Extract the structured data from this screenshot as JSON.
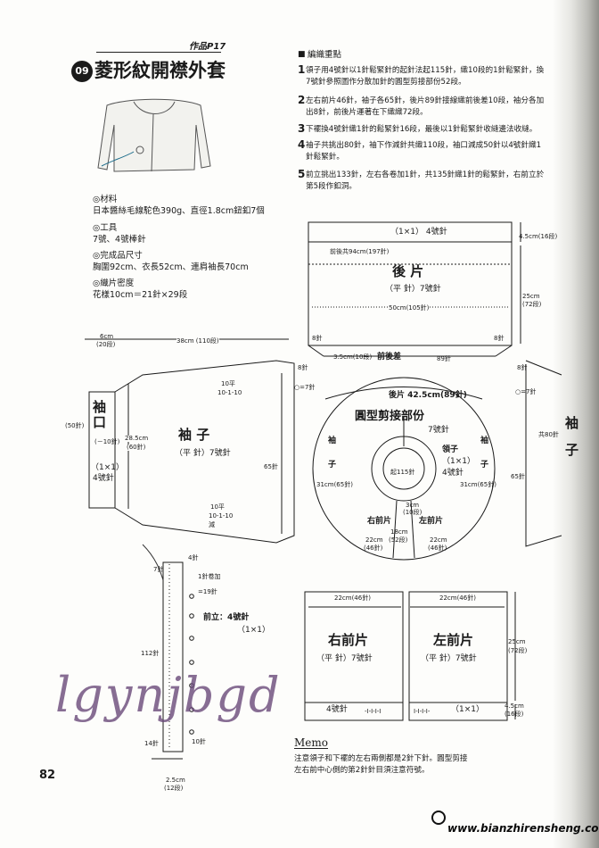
{
  "header": {
    "badge_label": "作品P17",
    "number": "09",
    "title": "菱形紋開襟外套"
  },
  "materials": {
    "materials_head": "◎材料",
    "materials_text": "日本醬絲毛線駝色390g、直徑1.8cm鈕釦7個",
    "tools_head": "◎工具",
    "tools_text": "7號、4號棒針",
    "size_head": "◎完成品尺寸",
    "size_text": "胸圍92cm、衣長52cm、連肩袖長70cm",
    "gauge_head": "◎織片密度",
    "gauge_text": "花樣10cm＝21針×29段"
  },
  "notes": {
    "heading": "編織重點",
    "items": [
      {
        "num": "1",
        "line1": "領子用4號針以1針鬆緊針的起針法起115針，織10段的1針鬆緊針，換",
        "line2": "7號針參照圖作分散加針的圓型剪接部份52段。"
      },
      {
        "num": "2",
        "line1": "左右前片46針，袖子各65針，後片89針接線織前後差10段，袖分各加",
        "line2": "出8針，前後片運著在下織織72段。"
      },
      {
        "num": "3",
        "line1": "下襬換4號針織1針的鬆緊針16段，最後以1針鬆緊針收縫邊法收縫。",
        "line2": ""
      },
      {
        "num": "4",
        "line1": "袖子共挑出80針，袖下作減針共織110段，袖口減成50針以4號針織1",
        "line2": "針鬆緊針。"
      },
      {
        "num": "5",
        "line1": "前立挑出133針，左右各卷加1針，共135針織1針的鬆緊針，右前立於",
        "line2": "第5段作釦洞。"
      }
    ]
  },
  "back": {
    "title": "後 片",
    "stitch": "（平 針）7號針",
    "rib_label": "（1×1） 4號針",
    "rib_height": "4.5cm(16段)",
    "width_dim": "50cm(105針)",
    "height_dim": "25cm",
    "height_rows": "(72段)",
    "top_note": "前後共94cm(197針)",
    "left_8": "8針",
    "right_8": "8針",
    "diff_dim": "3.5cm(10段)",
    "diff_label": "前後差",
    "diff_stitch": "89針"
  },
  "sleeve_left": {
    "title": "袖 子",
    "stitch": "（平 針）7號針",
    "width_dim": "38cm (110段)",
    "cuff_dim": "6cm",
    "cuff_rows": "(20段)",
    "cuff_title_1": "袖",
    "cuff_title_2": "口",
    "cuff_stitches": "(50針)",
    "cuff_decrease": "(－10針)",
    "cuff_rib": "（1×1）",
    "cuff_needle": "4號針",
    "height_dim": "28.5cm",
    "height_stitch": "(60針)",
    "top_inc_1": "10平",
    "top_inc_2": "10-1-10",
    "bottom_inc_1": "10平",
    "bottom_inc_2": "10-1-10",
    "bottom_inc_3": "減",
    "right_8": "8針",
    "right_7": "○=7針",
    "right_65": "65針"
  },
  "sleeve_right": {
    "title_1": "袖",
    "title_2": "子",
    "right_8": "8針",
    "right_7": "○=7針",
    "right_65": "65針",
    "total_80": "共80針"
  },
  "yoke": {
    "title": "圓型剪接部份",
    "needle": "7號針",
    "back_label": "後片 42.5cm(89針)",
    "collar_title": "領子",
    "collar_rib": "（1×1）",
    "collar_needle": "4號針",
    "start_stitch": "起115針",
    "left_sleeve_1": "袖",
    "left_sleeve_2": "子",
    "left_dim": "31cm(65針)",
    "right_sleeve_1": "袖",
    "right_sleeve_2": "子",
    "right_dim": "31cm(65針)",
    "right_front": "右前片",
    "left_front": "左前片",
    "right_front_dim": "22cm",
    "right_front_stitch": "(46針)",
    "left_front_dim": "22cm",
    "left_front_stitch": "(46針)",
    "center_dim": "18cm",
    "center_rows": "(52段)",
    "center_3cm": "3cm",
    "center_3cm_rows": "(10段)"
  },
  "right_front": {
    "title": "右前片",
    "stitch": "（平 針）7號針",
    "width_dim": "22cm(46針)",
    "rib_label": "4號針",
    "rib_mark": "-I-I-I-I"
  },
  "left_front": {
    "title": "左前片",
    "stitch": "（平 針）7號針",
    "width_dim": "22cm(46針)",
    "rib_label": "（1×1）",
    "rib_mark": "I-I-I-I-",
    "height_dim": "25cm",
    "height_rows": "(72段)",
    "rib_height": "4.5cm",
    "rib_rows": "(16段)"
  },
  "front_band": {
    "title": "前立：4號針",
    "rib": "（1×1）",
    "top_stitch": "4針",
    "inc_note": "1針卷加",
    "stitch_19": "=19針",
    "stitch_7": "7針",
    "stitch_112": "112針",
    "stitch_14": "14針",
    "stitch_10": "10針",
    "width_dim": "2.5cm",
    "width_rows": "(12段)"
  },
  "memo": {
    "heading": "Memo",
    "line1": "注意領子和下襬的左右兩側都是2針下針。圓型剪接",
    "line2": "左右前中心側的第2針針目須注意符號。"
  },
  "page_number": "82",
  "watermark": "lgynjbgd",
  "footer_url": "www.bianzhirensheng.com"
}
